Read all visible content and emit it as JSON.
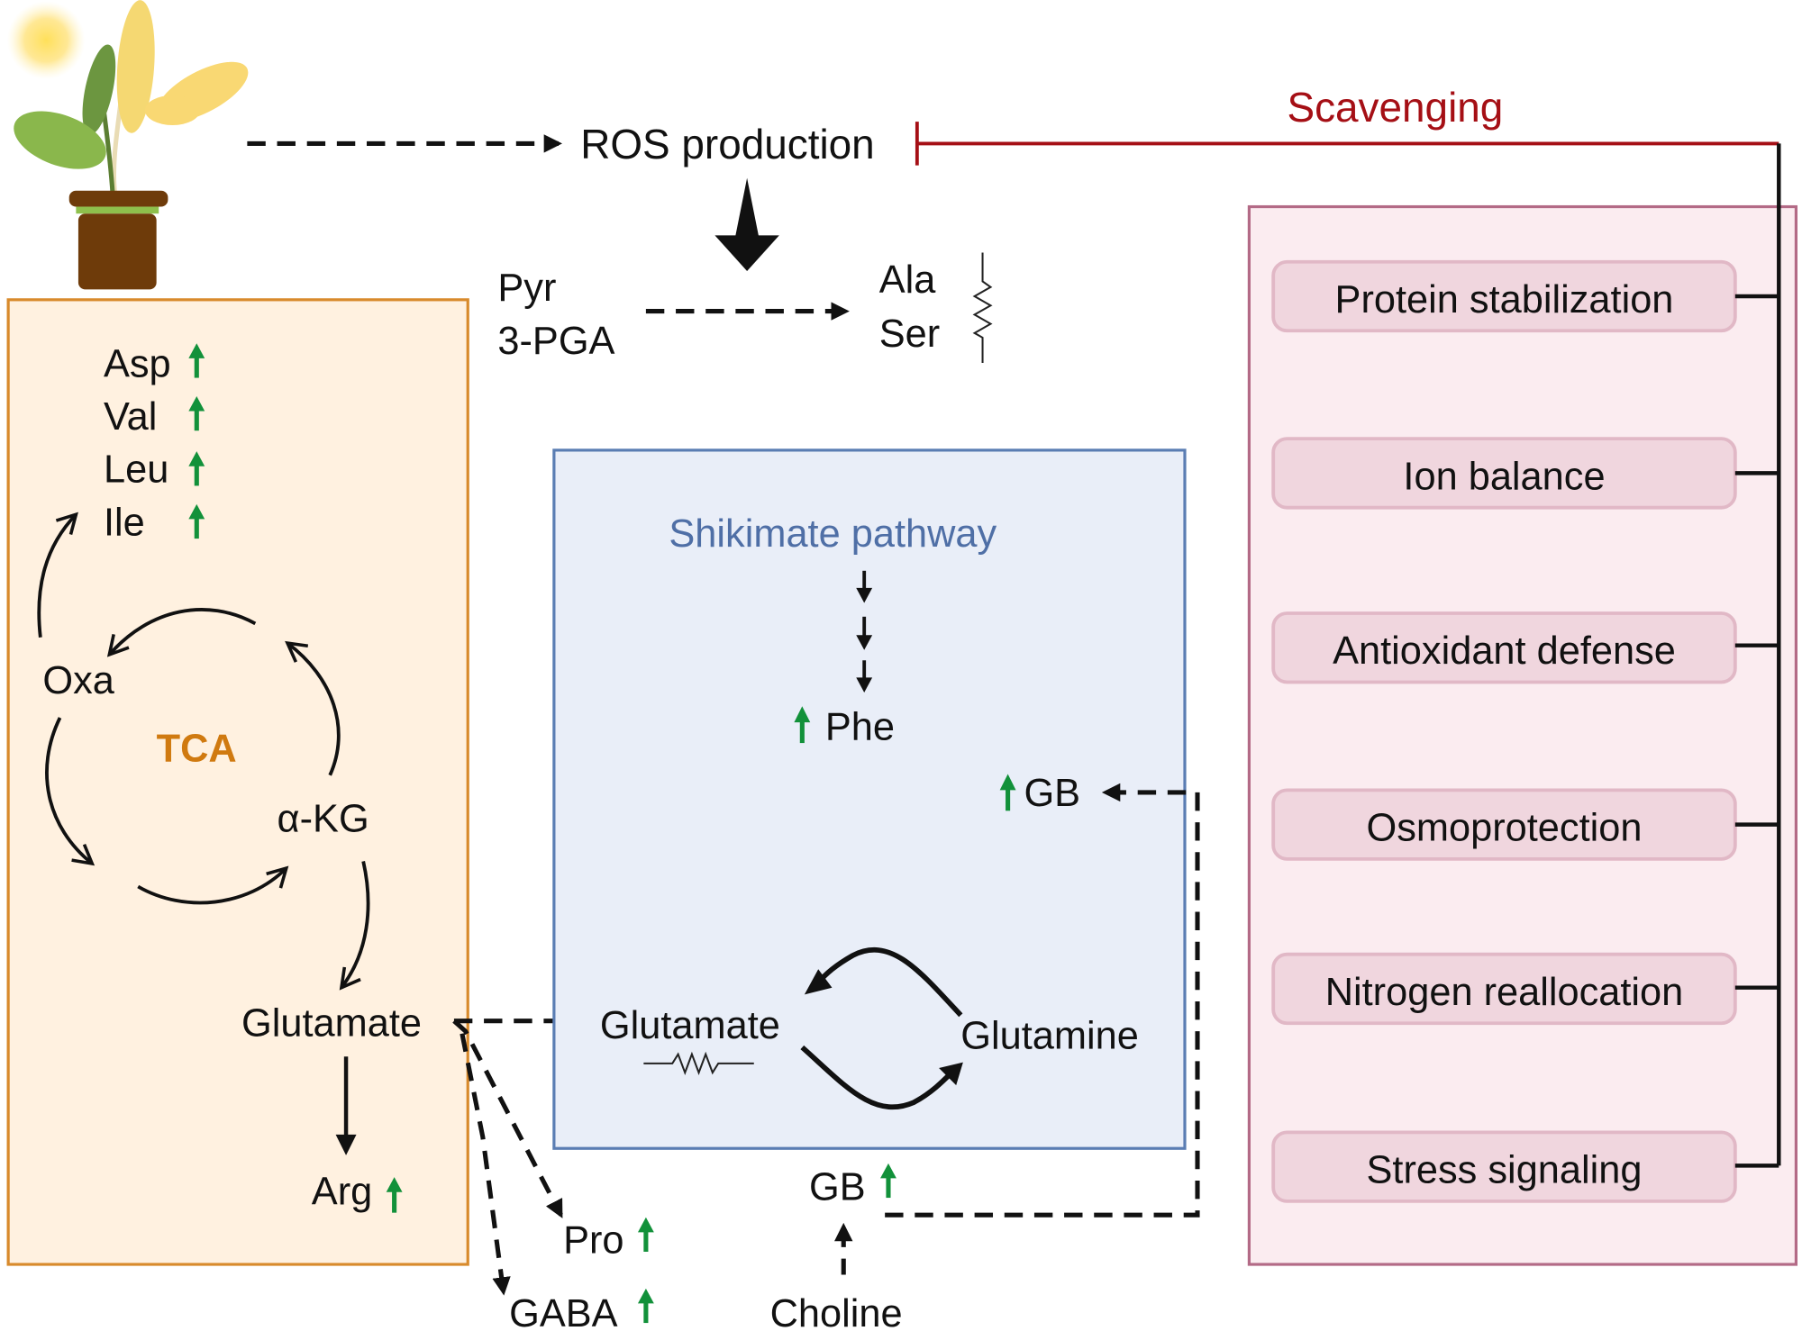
{
  "stress_source": {
    "icon": "plant-in-pot-under-sun",
    "label": ""
  },
  "ros": {
    "label": "ROS production"
  },
  "scavenging": {
    "label": "Scavenging",
    "color": "#a50f15"
  },
  "ros_precursors": {
    "top": "Pyr",
    "bottom": "3-PGA"
  },
  "ros_products": {
    "top": "Ala",
    "bottom": "Ser",
    "status": "unchanged"
  },
  "tca_box": {
    "title": "TCA",
    "title_color": "#d07a10",
    "fill": "#fff1e0",
    "border": "#d88a2c",
    "amino_acids": [
      {
        "name": "Asp",
        "change": "up"
      },
      {
        "name": "Val",
        "change": "up"
      },
      {
        "name": "Leu",
        "change": "up"
      },
      {
        "name": "Ile",
        "change": "up"
      }
    ],
    "oxa": "Oxa",
    "akg": "α-KG",
    "glutamate": "Glutamate",
    "arg": {
      "name": "Arg",
      "change": "up"
    }
  },
  "shikimate_box": {
    "title": "Shikimate pathway",
    "title_color": "#4f6fa6",
    "fill": "#e9eef8",
    "border": "#5a7db3",
    "phe": {
      "name": "Phe",
      "change": "up"
    },
    "gb_inside": {
      "name": "GB",
      "change": "up"
    },
    "glutamate": {
      "name": "Glutamate",
      "status": "unchanged"
    },
    "glutamine": "Glutamine"
  },
  "outside": {
    "pro": {
      "name": "Pro",
      "change": "up"
    },
    "gaba": {
      "name": "GABA",
      "change": "up"
    },
    "gb": {
      "name": "GB",
      "change": "up"
    },
    "choline": "Choline"
  },
  "functions_box": {
    "fill": "#fbecf0",
    "border": "#b36a86",
    "pill_fill": "#f0d6de",
    "pill_border": "#e1b8c6",
    "items": [
      "Protein stabilization",
      "Ion balance",
      "Antioxidant defense",
      "Osmoprotection",
      "Nitrogen reallocation",
      "Stress signaling"
    ]
  },
  "colors": {
    "increase_arrow": "#12913a",
    "line": "#111111"
  }
}
